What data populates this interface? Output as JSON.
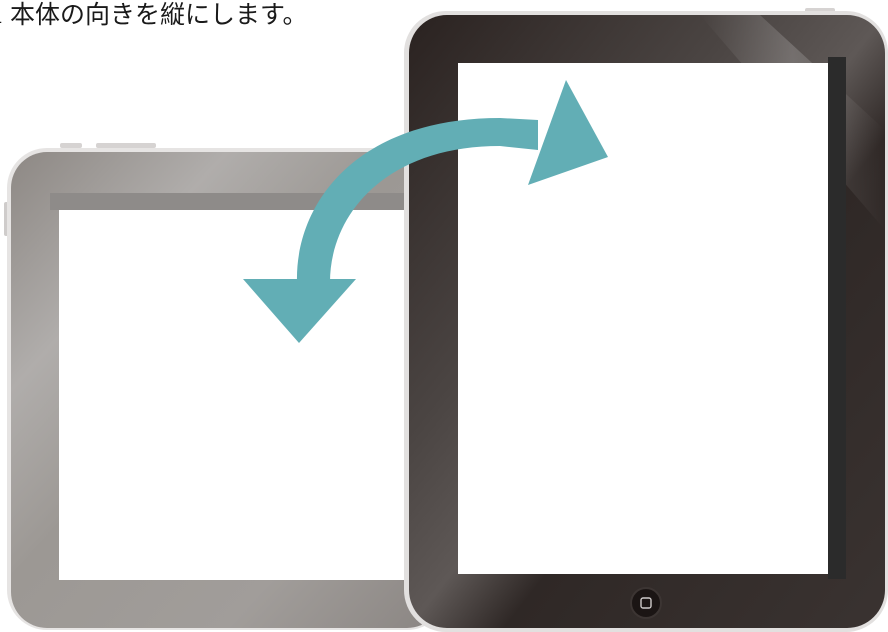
{
  "caption": {
    "text": "d 本体の向きを縦にします。"
  },
  "devices": {
    "back_tablet": {
      "orientation": "landscape",
      "bezel_color": "#9a9592",
      "screen_color": "#ffffff"
    },
    "front_tablet": {
      "orientation": "portrait",
      "bezel_color": "#2d2523",
      "screen_color": "#ffffff",
      "home_button_icon": "square-home-icon"
    }
  },
  "rotation_arrow": {
    "color": "#62aeb5",
    "icon": "double-headed-curved-arrow-icon"
  }
}
